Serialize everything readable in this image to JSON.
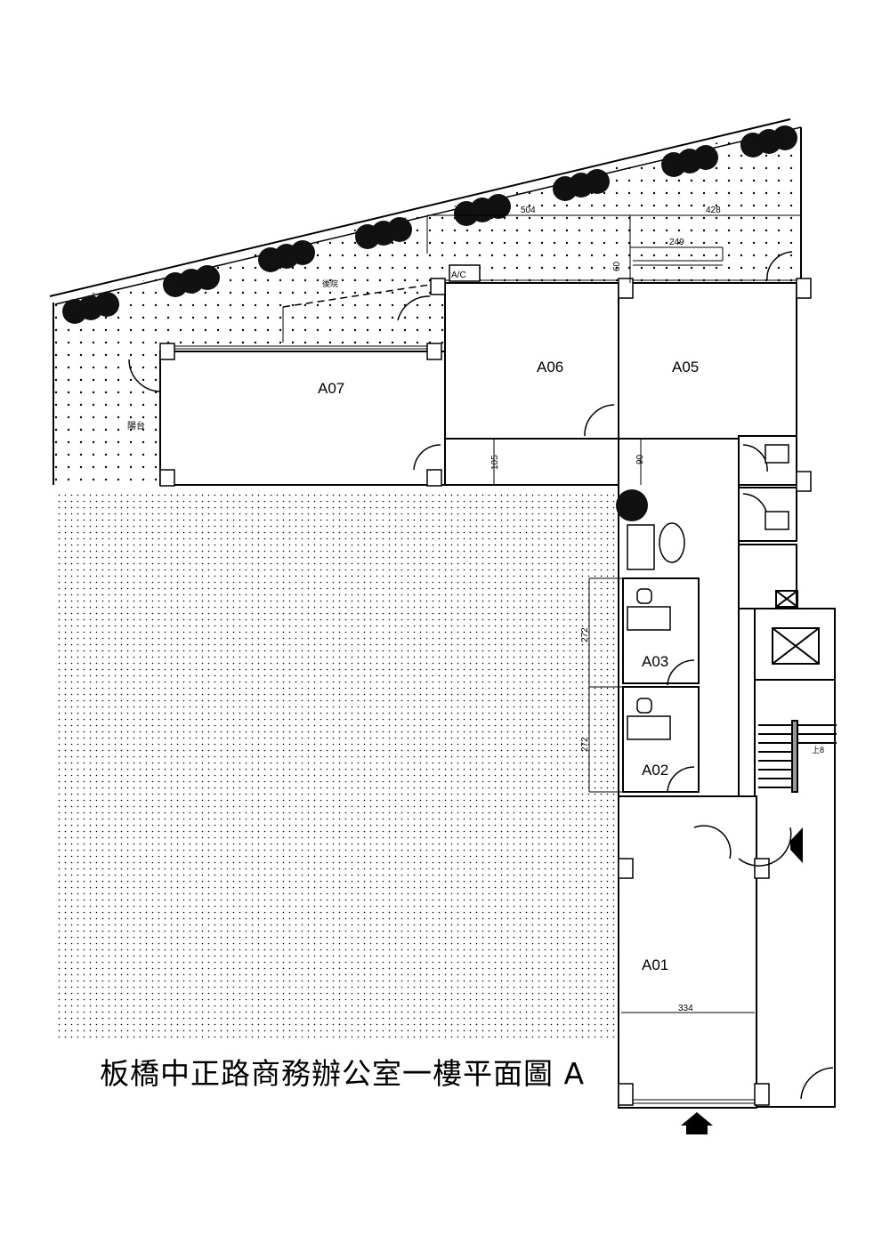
{
  "title": "板橋中正路商務辦公室一樓平面圖 A",
  "rooms": [
    {
      "id": "A07",
      "label": "A07"
    },
    {
      "id": "A06",
      "label": "A06"
    },
    {
      "id": "A05",
      "label": "A05"
    },
    {
      "id": "A03",
      "label": "A03"
    },
    {
      "id": "A02",
      "label": "A02"
    },
    {
      "id": "A01",
      "label": "A01"
    }
  ],
  "areas": {
    "backyard": "後院",
    "balcony": "陽台",
    "ac_unit": "A/C",
    "stairs_up": "上8"
  },
  "dimensions": {
    "backyard_width_left": "504",
    "backyard_width_right": "428",
    "window_width": "249",
    "window_depth": "60",
    "corridor_a07": "105",
    "corridor_main": "90",
    "room_a03_depth": "272",
    "room_a02_depth": "272",
    "room_a01_width": "334"
  },
  "colors": {
    "line": "#000000",
    "background": "#ffffff",
    "hatch": "#000000"
  }
}
